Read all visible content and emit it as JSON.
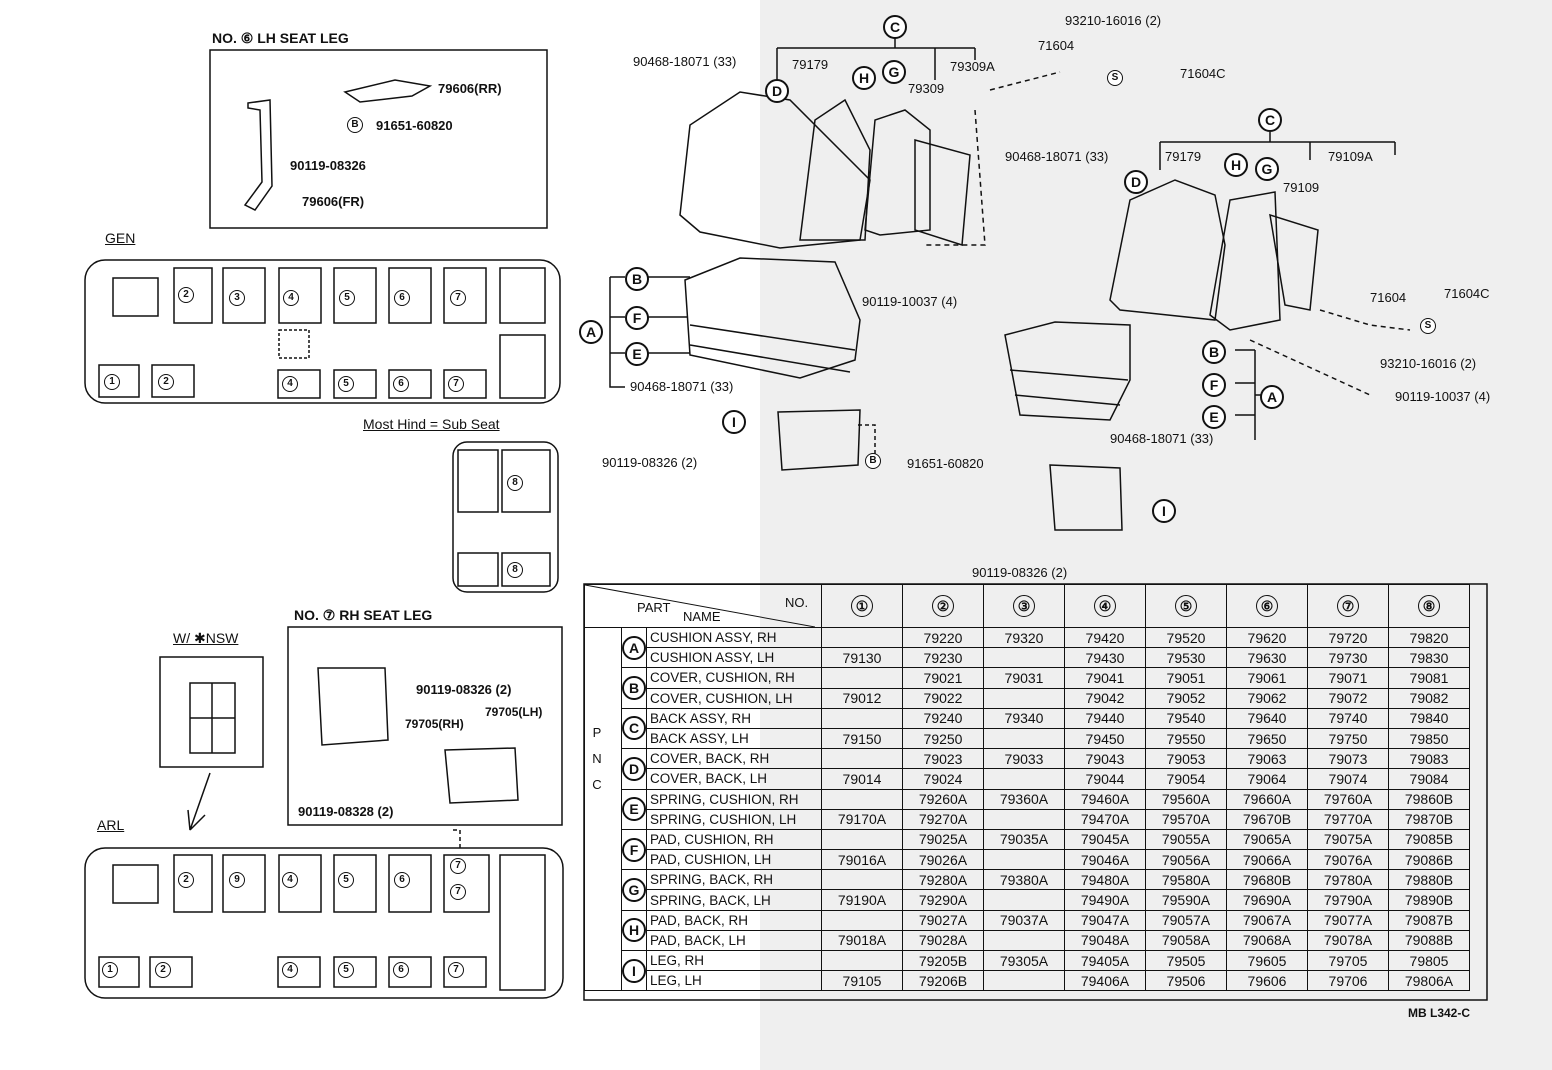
{
  "lh_seat_leg": {
    "title": "NO. ⑥ LH SEAT LEG",
    "parts": [
      "79606(RR)",
      "91651-60820",
      "90119-08326",
      "79606(FR)"
    ],
    "b_mark": "B"
  },
  "gen": {
    "label": "GEN"
  },
  "sub_seat": {
    "label": "Most Hind = Sub Seat"
  },
  "nsw": {
    "label": "W/ ✱NSW"
  },
  "rh_seat_leg": {
    "title": "NO. ⑦ RH SEAT LEG",
    "parts": [
      "90119-08326 (2)",
      "79705(RH)",
      "79705(LH)",
      "90119-08328 (2)"
    ]
  },
  "arl": {
    "label": "ARL"
  },
  "upper_seat": {
    "c": "C",
    "d": "D",
    "h": "H",
    "g": "G",
    "p1": "90468-18071 (33)",
    "p2": "79179",
    "p3": "79309A",
    "p4": "79309",
    "p5": "71604",
    "p6": "93210-16016 (2)",
    "p7": "71604C",
    "p8": "90119-10037 (4)",
    "p9": "90468-18071 (33)",
    "p10": "90119-08326 (2)",
    "p11": "91651-60820"
  },
  "lower_seat": {
    "c": "C",
    "d": "D",
    "h": "H",
    "g": "G",
    "p1": "90468-18071 (33)",
    "p2": "79179",
    "p3": "79109A",
    "p4": "79109",
    "p5": "71604",
    "p6": "71604C",
    "p7": "93210-16016 (2)",
    "p8": "90119-10037 (4)",
    "p9": "90468-18071 (33)",
    "p10": "90119-08326 (2)"
  },
  "letters": {
    "a": "A",
    "b": "B",
    "e": "E",
    "f": "F",
    "i": "I",
    "s": "S"
  },
  "table": {
    "header_part": "PART",
    "header_name": "NAME",
    "header_no": "NO.",
    "pnc_label": "PNC",
    "cols": [
      "①",
      "②",
      "③",
      "④",
      "⑤",
      "⑥",
      "⑦",
      "⑧"
    ],
    "groups": [
      {
        "g": "A",
        "rows": [
          {
            "name": "CUSHION ASSY, RH",
            "v": [
              "",
              "79220",
              "79320",
              "79420",
              "79520",
              "79620",
              "79720",
              "79820"
            ]
          },
          {
            "name": "CUSHION ASSY, LH",
            "v": [
              "79130",
              "79230",
              "",
              "79430",
              "79530",
              "79630",
              "79730",
              "79830"
            ]
          }
        ]
      },
      {
        "g": "B",
        "rows": [
          {
            "name": "COVER, CUSHION, RH",
            "v": [
              "",
              "79021",
              "79031",
              "79041",
              "79051",
              "79061",
              "79071",
              "79081"
            ]
          },
          {
            "name": "COVER, CUSHION, LH",
            "v": [
              "79012",
              "79022",
              "",
              "79042",
              "79052",
              "79062",
              "79072",
              "79082"
            ]
          }
        ]
      },
      {
        "g": "C",
        "rows": [
          {
            "name": "BACK ASSY, RH",
            "v": [
              "",
              "79240",
              "79340",
              "79440",
              "79540",
              "79640",
              "79740",
              "79840"
            ]
          },
          {
            "name": "BACK ASSY, LH",
            "v": [
              "79150",
              "79250",
              "",
              "79450",
              "79550",
              "79650",
              "79750",
              "79850"
            ]
          }
        ]
      },
      {
        "g": "D",
        "rows": [
          {
            "name": "COVER, BACK, RH",
            "v": [
              "",
              "79023",
              "79033",
              "79043",
              "79053",
              "79063",
              "79073",
              "79083"
            ]
          },
          {
            "name": "COVER, BACK, LH",
            "v": [
              "79014",
              "79024",
              "",
              "79044",
              "79054",
              "79064",
              "79074",
              "79084"
            ]
          }
        ]
      },
      {
        "g": "E",
        "rows": [
          {
            "name": "SPRING, CUSHION, RH",
            "v": [
              "",
              "79260A",
              "79360A",
              "79460A",
              "79560A",
              "79660A",
              "79760A",
              "79860B"
            ]
          },
          {
            "name": "SPRING, CUSHION, LH",
            "v": [
              "79170A",
              "79270A",
              "",
              "79470A",
              "79570A",
              "79670B",
              "79770A",
              "79870B"
            ]
          }
        ]
      },
      {
        "g": "F",
        "rows": [
          {
            "name": "PAD, CUSHION, RH",
            "v": [
              "",
              "79025A",
              "79035A",
              "79045A",
              "79055A",
              "79065A",
              "79075A",
              "79085B"
            ]
          },
          {
            "name": "PAD, CUSHION, LH",
            "v": [
              "79016A",
              "79026A",
              "",
              "79046A",
              "79056A",
              "79066A",
              "79076A",
              "79086B"
            ]
          }
        ]
      },
      {
        "g": "G",
        "rows": [
          {
            "name": "SPRING, BACK, RH",
            "v": [
              "",
              "79280A",
              "79380A",
              "79480A",
              "79580A",
              "79680B",
              "79780A",
              "79880B"
            ]
          },
          {
            "name": "SPRING, BACK, LH",
            "v": [
              "79190A",
              "79290A",
              "",
              "79490A",
              "79590A",
              "79690A",
              "79790A",
              "79890B"
            ]
          }
        ]
      },
      {
        "g": "H",
        "rows": [
          {
            "name": "PAD, BACK, RH",
            "v": [
              "",
              "79027A",
              "79037A",
              "79047A",
              "79057A",
              "79067A",
              "79077A",
              "79087B"
            ]
          },
          {
            "name": "PAD, BACK, LH",
            "v": [
              "79018A",
              "79028A",
              "",
              "79048A",
              "79058A",
              "79068A",
              "79078A",
              "79088B"
            ]
          }
        ]
      },
      {
        "g": "I",
        "rows": [
          {
            "name": "LEG, RH",
            "v": [
              "",
              "79205B",
              "79305A",
              "79405A",
              "79505",
              "79605",
              "79705",
              "79805"
            ]
          },
          {
            "name": "LEG, LH",
            "v": [
              "79105",
              "79206B",
              "",
              "79406A",
              "79506",
              "79606",
              "79706",
              "79806A"
            ]
          }
        ]
      }
    ]
  },
  "doc_code": "MB L342-C"
}
